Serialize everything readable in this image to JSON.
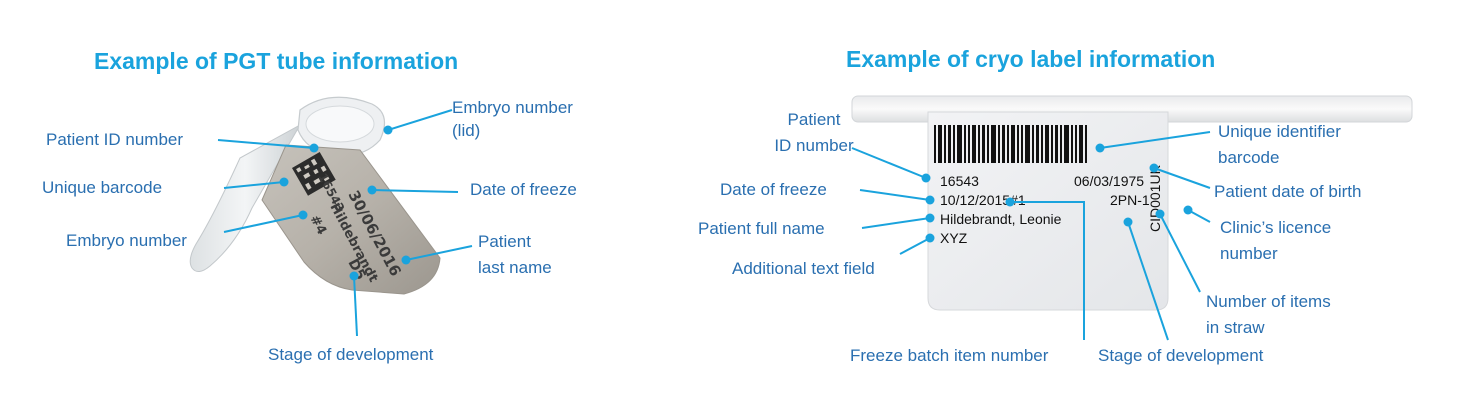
{
  "pgt": {
    "title": "Example of PGT tube information",
    "labels": {
      "embryo_lid_1": "Embryo number",
      "embryo_lid_2": "(lid)",
      "patient_id": "Patient ID number",
      "unique_barcode": "Unique barcode",
      "date_freeze": "Date of freeze",
      "embryo_number": "Embryo number",
      "patient_last_1": "Patient",
      "patient_last_2": "last name",
      "stage": "Stage of development"
    },
    "tube": {
      "id": "16543",
      "date": "30/06/2016",
      "name": "Hildebrandt",
      "embryo": "#4",
      "stage": "D5"
    }
  },
  "cryo": {
    "title": "Example of cryo label information",
    "labels": {
      "patient_id_1": "Patient",
      "patient_id_2": "ID number",
      "date_freeze": "Date of freeze",
      "full_name": "Patient full name",
      "additional": "Additional text field",
      "uid_1": "Unique identifier",
      "uid_2": "barcode",
      "dob": "Patient date of birth",
      "licence_1": "Clinic’s licence",
      "licence_2": "number",
      "items_1": "Number of items",
      "items_2": "in straw",
      "batch": "Freeze batch item number",
      "stage": "Stage of development"
    },
    "label": {
      "id": "16543",
      "date": "10/12/2015#1",
      "name": "Hildebrandt, Leonie",
      "extra": "XYZ",
      "dob": "06/03/1975",
      "items": "2PN-1",
      "clinic": "CID001UK"
    }
  },
  "colors": {
    "title": "#1aa3dd",
    "label_text": "#2a6fb0",
    "leader_line": "#1aa3dd"
  }
}
